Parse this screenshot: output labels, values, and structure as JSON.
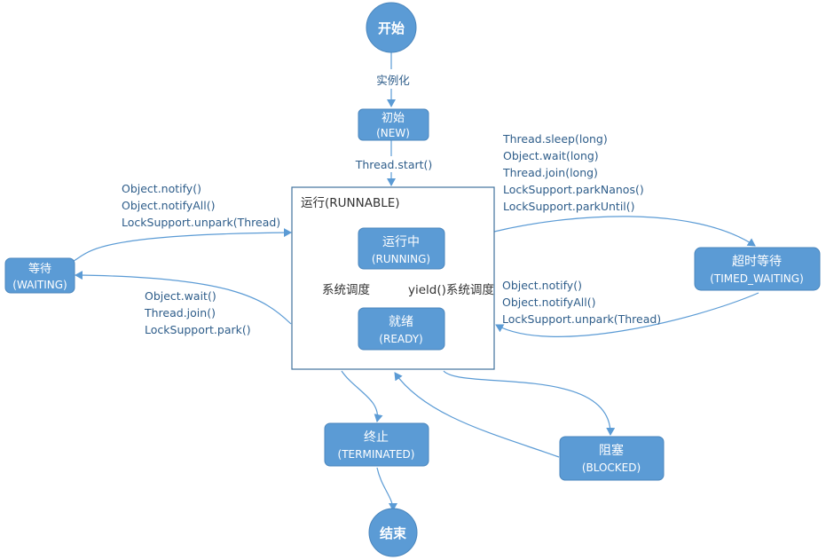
{
  "colors": {
    "node_fill": "#5b9bd5",
    "edge": "#5b9bd5",
    "container_border": "#41719c",
    "label_text": "#2e5d8a"
  },
  "nodes": {
    "start": {
      "label": "开始"
    },
    "new": {
      "label": "初始",
      "sub": "(NEW)"
    },
    "runnable": {
      "label": "运行(RUNNABLE)"
    },
    "running": {
      "label": "运行中",
      "sub": "(RUNNING)"
    },
    "ready": {
      "label": "就绪",
      "sub": "(READY)"
    },
    "waiting": {
      "label": "等待",
      "sub": "(WAITING)"
    },
    "timed_waiting": {
      "label": "超时等待",
      "sub": "(TIMED_WAITING)"
    },
    "terminated": {
      "label": "终止",
      "sub": "(TERMINATED)"
    },
    "blocked": {
      "label": "阻塞",
      "sub": "(BLOCKED)"
    },
    "end": {
      "label": "结束"
    }
  },
  "edges": {
    "instantiate": "实例化",
    "thread_start": "Thread.start()",
    "to_waiting": [
      "Object.wait()",
      "Thread.join()",
      "LockSupport.park()"
    ],
    "from_waiting": [
      "Object.notify()",
      "Object.notifyAll()",
      "LockSupport.unpark(Thread)"
    ],
    "to_timed_waiting": [
      "Thread.sleep(long)",
      "Object.wait(long)",
      "Thread.join(long)",
      "LockSupport.parkNanos()",
      "LockSupport.parkUntil()"
    ],
    "from_timed_waiting": [
      "Object.notify()",
      "Object.notifyAll()",
      "LockSupport.unpark(Thread)"
    ],
    "system_schedule": "系统调度",
    "yield_schedule": "yield()系统调度"
  }
}
